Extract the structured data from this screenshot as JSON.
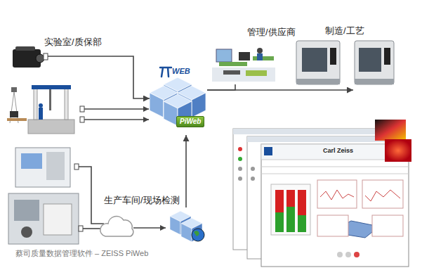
{
  "diagram": {
    "caption": "蔡司质量数据管理软件 – ZEISS PiWeb",
    "nodes": [
      {
        "text": [
          "实验室/质保部"
        ]
      },
      {
        "text": [
          "PiWeb"
        ]
      },
      {
        "text": [
          "管理/供应商"
        ]
      },
      {
        "text": [
          "制造/工艺"
        ]
      },
      {
        "text": [
          "生产车间/现场检测"
        ]
      }
    ],
    "edges": [
      {
        "from": 0,
        "to": 1,
        "arrow": "to"
      },
      {
        "from": 1,
        "to": 2,
        "arrow": "none"
      },
      {
        "from": 1,
        "to": 3,
        "arrow": "to"
      },
      {
        "from": 4,
        "to": 1,
        "arrow": "to"
      }
    ],
    "labels": [
      "WEB",
      "Carl Zeiss"
    ]
  }
}
